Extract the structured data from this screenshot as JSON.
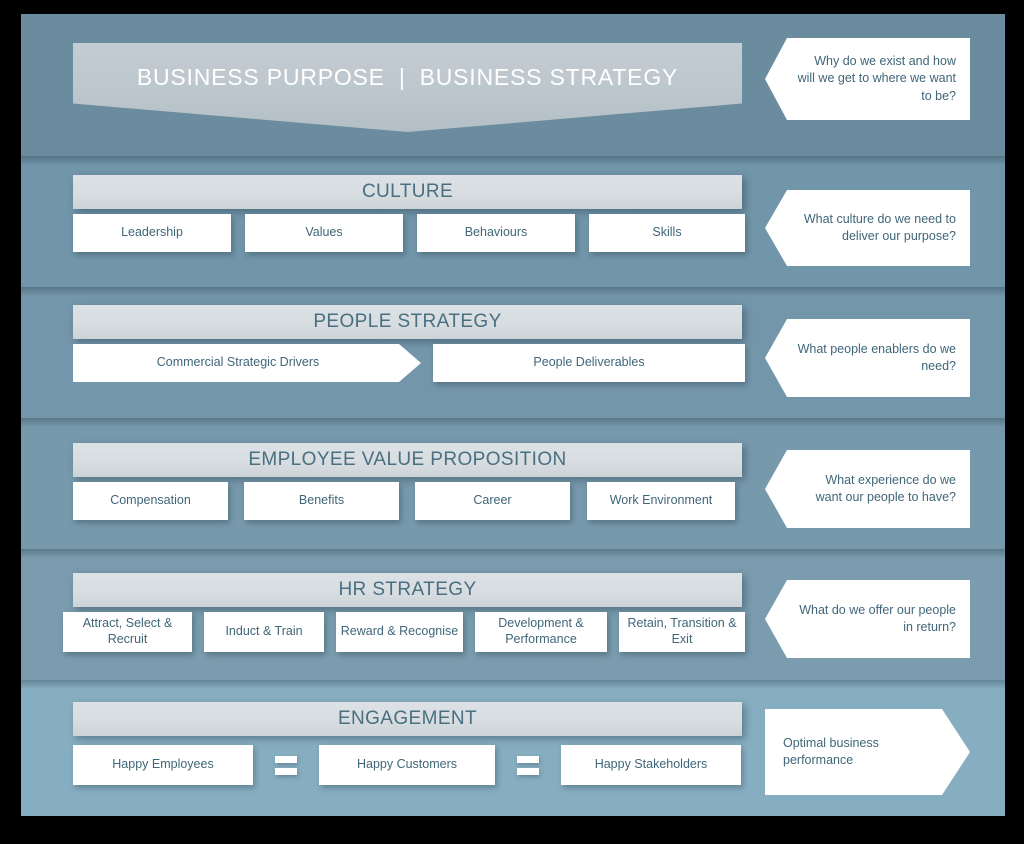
{
  "frame": {
    "bg_color": "#6a8a9e",
    "border_color": "#000000"
  },
  "title_banner": {
    "left_text": "BUSINESS PURPOSE",
    "separator": "|",
    "right_text": "BUSINESS STRATEGY"
  },
  "sections": [
    {
      "key": "culture",
      "header": "CULTURE",
      "items": [
        {
          "label": "Leadership"
        },
        {
          "label": "Values"
        },
        {
          "label": "Behaviours"
        },
        {
          "label": "Skills"
        }
      ]
    },
    {
      "key": "people_strategy",
      "header": "PEOPLE STRATEGY",
      "items": [
        {
          "label": "Commercial Strategic Drivers"
        },
        {
          "label": "People Deliverables"
        }
      ]
    },
    {
      "key": "evp",
      "header": "EMPLOYEE VALUE PROPOSITION",
      "items": [
        {
          "label": "Compensation"
        },
        {
          "label": "Benefits"
        },
        {
          "label": "Career"
        },
        {
          "label": "Work Environment"
        }
      ]
    },
    {
      "key": "hr_strategy",
      "header": "HR STRATEGY",
      "items": [
        {
          "label": "Attract, Select & Recruit"
        },
        {
          "label": "Induct & Train"
        },
        {
          "label": "Reward & Recognise"
        },
        {
          "label": "Development & Performance"
        },
        {
          "label": "Retain, Transition & Exit"
        }
      ]
    },
    {
      "key": "engagement",
      "header": "ENGAGEMENT",
      "items": [
        {
          "label": "Happy Employees"
        },
        {
          "label": "Happy Customers"
        },
        {
          "label": "Happy Stakeholders"
        }
      ],
      "operators": [
        "=",
        "="
      ]
    }
  ],
  "callouts": [
    {
      "key": "purpose",
      "text": "Why do we exist and how will we get to where we want to be?",
      "direction": "left"
    },
    {
      "key": "culture",
      "text": "What culture do we need to deliver our purpose?",
      "direction": "left"
    },
    {
      "key": "people",
      "text": "What people enablers do we need?",
      "direction": "left"
    },
    {
      "key": "evp",
      "text": "What experience do we want our people to have?",
      "direction": "left"
    },
    {
      "key": "hr",
      "text": "What do we offer our people in return?",
      "direction": "left"
    },
    {
      "key": "engagement",
      "text": "Optimal business performance",
      "direction": "right"
    }
  ],
  "colors": {
    "band_base": "#6b8b9f",
    "band_last": "#86aec0",
    "header_bar": "#d6dcdf",
    "text_teal": "#3f6678",
    "header_text": "#4a6f80",
    "box_white": "#ffffff"
  }
}
